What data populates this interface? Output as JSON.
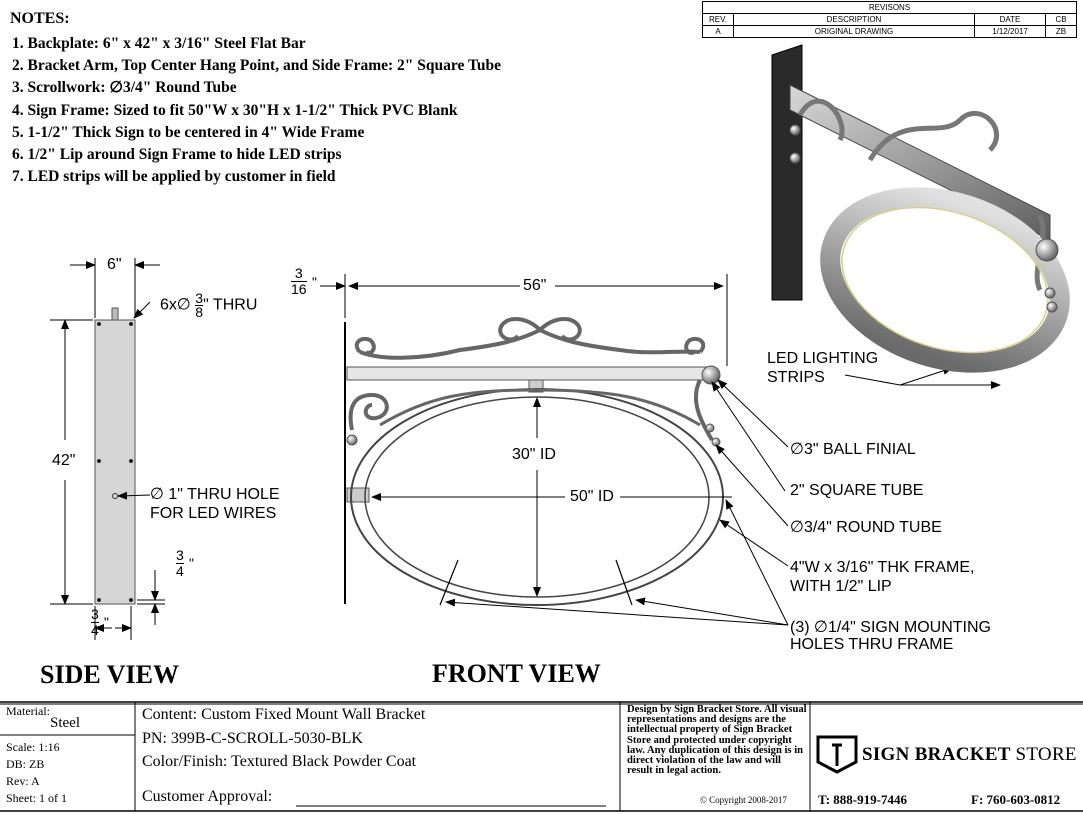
{
  "notes": {
    "title": "NOTES:",
    "items": [
      "1. Backplate: 6\" x 42\" x 3/16\" Steel Flat Bar",
      "2. Bracket Arm, Top Center Hang Point, and Side Frame: 2\"  Square Tube",
      "3. Scrollwork: ∅3/4\" Round Tube",
      "4. Sign Frame: Sized to fit 50\"W x 30\"H x 1-1/2\" Thick PVC Blank",
      "5. 1-1/2\" Thick Sign to be centered in 4\" Wide Frame",
      "6. 1/2\" Lip around Sign Frame to hide LED strips",
      "7. LED strips will be applied by customer in field"
    ]
  },
  "revisions": {
    "title": "REVISONS",
    "headers": [
      "REV.",
      "DESCRIPTION",
      "DATE",
      "CB"
    ],
    "rows": [
      [
        "A",
        "ORIGINAL DRAWING",
        "1/12/2017",
        "ZB"
      ]
    ]
  },
  "side_view": {
    "title": "SIDE VIEW",
    "width_label": "6\"",
    "holes_label": "6x∅",
    "holes_num": "3",
    "holes_den": "8",
    "holes_suffix": "\" THRU",
    "height_label": "42\"",
    "thru_hole_line1": "∅ 1\" THRU HOLE",
    "thru_hole_line2": "FOR LED WIRES",
    "edge_num": "3",
    "edge_den": "4",
    "edge_in": "\"",
    "bottom_num": "3",
    "bottom_den": "4",
    "bottom_in": "\""
  },
  "front_view": {
    "title": "FRONT VIEW",
    "thick_num": "3",
    "thick_den": "16",
    "thick_in": "\"",
    "width_label": "56\"",
    "height_id": "30\" ID",
    "width_id": "50\" ID"
  },
  "callouts": {
    "led": [
      "LED LIGHTING",
      "STRIPS"
    ],
    "ball": "∅3\" BALL FINIAL",
    "square": "2\" SQUARE TUBE",
    "round": "∅3/4\" ROUND TUBE",
    "frame": [
      "4\"W x 3/16\" THK FRAME,",
      "WITH 1/2\" LIP"
    ],
    "holes": [
      "(3)  ∅1/4\" SIGN MOUNTING",
      "HOLES THRU FRAME"
    ]
  },
  "title_block": {
    "material_label": "Material:",
    "material": "Steel",
    "scale": "Scale: 1:16",
    "db": "DB: ZB",
    "rev": "Rev: A",
    "sheet": "Sheet: 1 of 1",
    "content": "Content: Custom Fixed Mount Wall Bracket",
    "pn": "PN: 399B-C-SCROLL-5030-BLK",
    "color": "Color/Finish: Textured Black Powder Coat",
    "approval": "Customer Approval:",
    "legal": "Design by Sign Bracket Store. All visual representations and designs are the intellectual property of Sign Bracket Store and protected under copyright law. Any duplication of this design is in direct violation of the law and will result in legal action.",
    "copyright": "© Copyright 2008-2017",
    "brand_bold": "SIGN BRACKET",
    "brand_light": "STORE",
    "phone": "T: 888-919-7446",
    "fax": "F: 760-603-0812"
  }
}
